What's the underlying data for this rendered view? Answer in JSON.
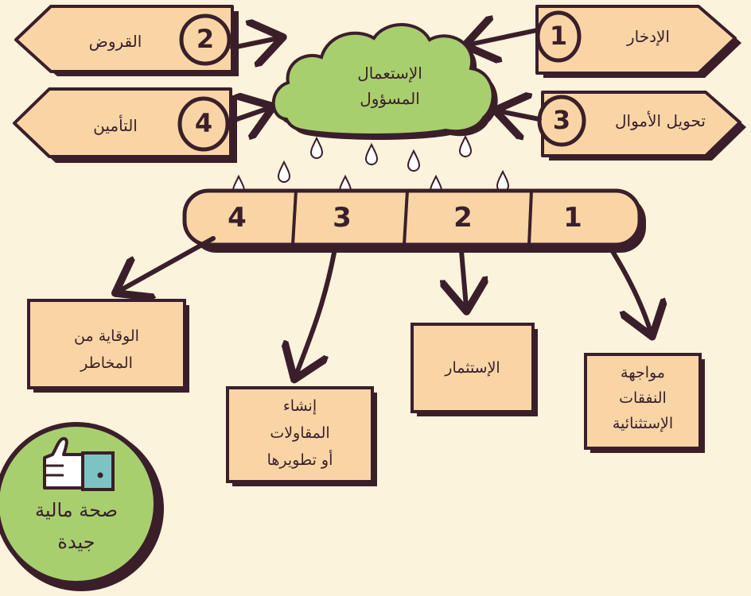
{
  "center": {
    "line1": "الإستعمال",
    "line2": "المسؤول"
  },
  "tags": [
    {
      "number": "1",
      "label": "الإدخار"
    },
    {
      "number": "2",
      "label": "القروض"
    },
    {
      "number": "3",
      "label": "تحويل الأموال"
    },
    {
      "number": "4",
      "label": "التأمين"
    }
  ],
  "bar": [
    "1",
    "2",
    "3",
    "4"
  ],
  "boxes": [
    {
      "lines": [
        "مواجهة",
        "النفقات",
        "الإستثنائية"
      ]
    },
    {
      "lines": [
        "الإستثمار"
      ]
    },
    {
      "lines": [
        "إنشاء",
        "المقاولات",
        "أو تطويرها"
      ]
    },
    {
      "lines": [
        "الوقاية من",
        "المخاطر"
      ]
    }
  ],
  "badge": {
    "line1": "صحة مالية",
    "line2": "جيدة",
    "icon": "thumbs-up-icon"
  },
  "colors": {
    "background": "#fcf3dc",
    "paper": "#f9d5a6",
    "outline": "#3a1f2b",
    "cloud": "#a8cf6e"
  }
}
